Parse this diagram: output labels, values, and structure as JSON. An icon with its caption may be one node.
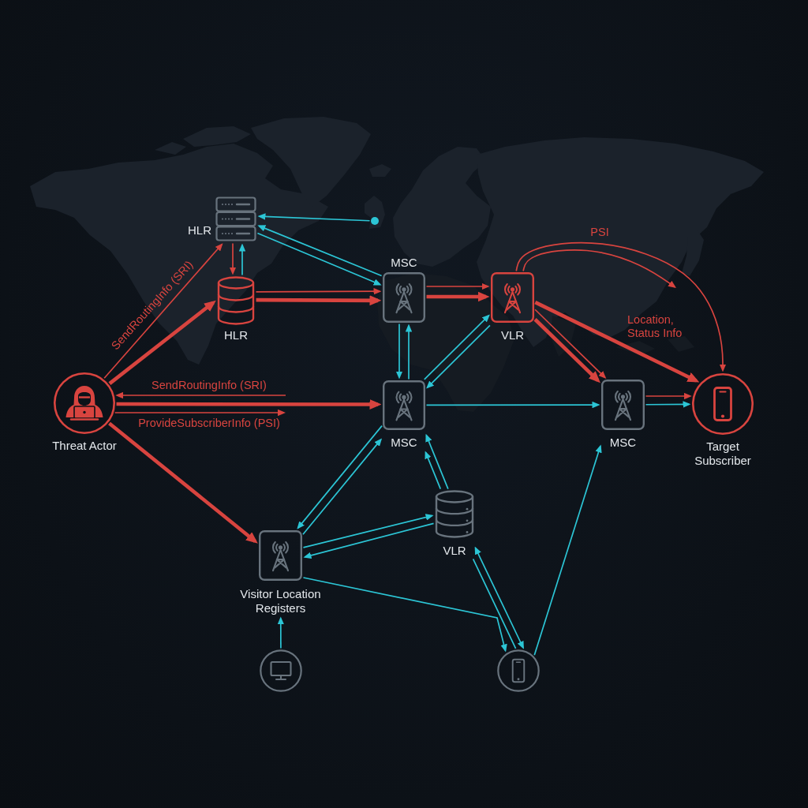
{
  "diagram": {
    "nodes": [
      {
        "text": [
          "HLR"
        ]
      },
      {
        "text": [],
        "shape": "circle"
      },
      {
        "text": [
          "HLR"
        ]
      },
      {
        "text": [
          "MSC"
        ]
      },
      {
        "text": [
          "VLR"
        ]
      },
      {
        "text": [
          "Threat Actor"
        ]
      },
      {
        "text": [
          "MSC"
        ]
      },
      {
        "text": [
          "MSC"
        ]
      },
      {
        "text": [
          "Target Subscriber"
        ]
      },
      {
        "text": [
          "Visitor Location Registers"
        ]
      },
      {
        "text": [
          "VLR"
        ]
      },
      {
        "text": [],
        "shape": "circle"
      },
      {
        "text": [],
        "shape": "circle"
      }
    ],
    "edges": [
      {
        "from": 1,
        "to": 0,
        "arrow": "to"
      },
      {
        "from": 3,
        "to": 0,
        "arrow": "to"
      },
      {
        "from": 0,
        "to": 3,
        "arrow": "to"
      },
      {
        "from": 5,
        "to": 0,
        "arrow": "to",
        "label": "SendRoutingInfo (SRI)",
        "color": "#d8443f"
      },
      {
        "from": 0,
        "to": 2,
        "arrow": "to",
        "color": "#d8443f"
      },
      {
        "from": 2,
        "to": 0,
        "arrow": "to"
      },
      {
        "from": 5,
        "to": 2,
        "arrow": "to",
        "style": "thick",
        "color": "#d8443f"
      },
      {
        "from": 2,
        "to": 3,
        "arrow": "to",
        "color": "#d8443f"
      },
      {
        "from": 2,
        "to": 3,
        "arrow": "to",
        "style": "thick",
        "color": "#d8443f"
      },
      {
        "from": 3,
        "to": 4,
        "arrow": "to",
        "color": "#d8443f"
      },
      {
        "from": 3,
        "to": 4,
        "arrow": "to",
        "style": "thick",
        "color": "#d8443f"
      },
      {
        "from": 4,
        "to": null,
        "arrow": "to",
        "color": "#d8443f"
      },
      {
        "from": 4,
        "to": 8,
        "arrow": "to",
        "label": "PSI",
        "color": "#d8443f"
      },
      {
        "from": 4,
        "to": 8,
        "arrow": "to",
        "label": "Location, Status Info",
        "style": "thick",
        "color": "#d8443f"
      },
      {
        "from": 3,
        "to": 6,
        "arrow": "to"
      },
      {
        "from": 6,
        "to": 3,
        "arrow": "to"
      },
      {
        "from": 6,
        "to": 4,
        "arrow": "to"
      },
      {
        "from": 4,
        "to": 6,
        "arrow": "to"
      },
      {
        "from": 4,
        "to": 7,
        "arrow": "to",
        "color": "#d8443f"
      },
      {
        "from": 4,
        "to": 7,
        "arrow": "to",
        "style": "thick",
        "color": "#d8443f"
      },
      {
        "from": null,
        "to": 5,
        "arrow": "to",
        "label": "SendRoutingInfo (SRI)",
        "color": "#d8443f"
      },
      {
        "from": 5,
        "to": 6,
        "arrow": "to",
        "style": "thick",
        "color": "#d8443f"
      },
      {
        "from": 5,
        "to": null,
        "arrow": "to",
        "label": "ProvideSubscriberInfo (PSI)",
        "color": "#d8443f"
      },
      {
        "from": 6,
        "to": 7,
        "arrow": "to"
      },
      {
        "from": 7,
        "to": 8,
        "arrow": "to",
        "color": "#d8443f"
      },
      {
        "from": 7,
        "to": 8,
        "arrow": "to"
      },
      {
        "from": 5,
        "to": 9,
        "arrow": "to",
        "style": "thick",
        "color": "#d8443f"
      },
      {
        "from": 6,
        "to": 9,
        "arrow": "to"
      },
      {
        "from": 9,
        "to": 6,
        "arrow": "to"
      },
      {
        "from": 10,
        "to": 6,
        "arrow": "to"
      },
      {
        "from": 10,
        "to": 6,
        "arrow": "to"
      },
      {
        "from": 9,
        "to": 10,
        "arrow": "to"
      },
      {
        "from": 10,
        "to": 9,
        "arrow": "to"
      },
      {
        "from": 9,
        "to": 12,
        "arrow": "to"
      },
      {
        "from": 10,
        "to": 12,
        "arrow": "none"
      },
      {
        "from": 10,
        "to": 12,
        "arrow": "both"
      },
      {
        "from": 12,
        "to": 7,
        "arrow": "to"
      },
      {
        "from": 11,
        "to": 9,
        "arrow": "to"
      }
    ]
  }
}
